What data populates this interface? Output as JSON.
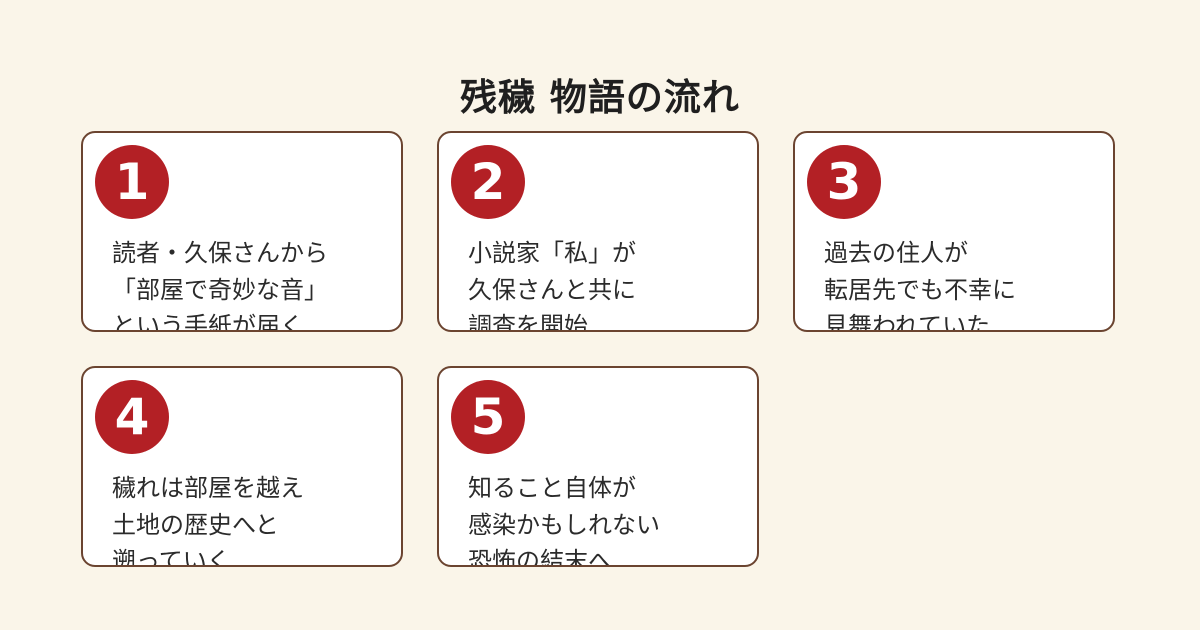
{
  "title": "残穢 物語の流れ",
  "colors": {
    "background": "#faf5e9",
    "card_border": "#6b4430",
    "badge": "#b32025"
  },
  "steps": [
    {
      "number": "1",
      "lines": [
        "読者・久保さんから",
        "「部屋で奇妙な音」",
        "という手紙が届く"
      ]
    },
    {
      "number": "2",
      "lines": [
        "小説家「私」が",
        "久保さんと共に",
        "調査を開始"
      ]
    },
    {
      "number": "3",
      "lines": [
        "過去の住人が",
        "転居先でも不幸に",
        "見舞われていた"
      ]
    },
    {
      "number": "4",
      "lines": [
        "穢れは部屋を越え",
        "土地の歴史へと",
        "遡っていく"
      ]
    },
    {
      "number": "5",
      "lines": [
        "知ること自体が",
        "感染かもしれない",
        "恐怖の結末へ"
      ]
    }
  ]
}
